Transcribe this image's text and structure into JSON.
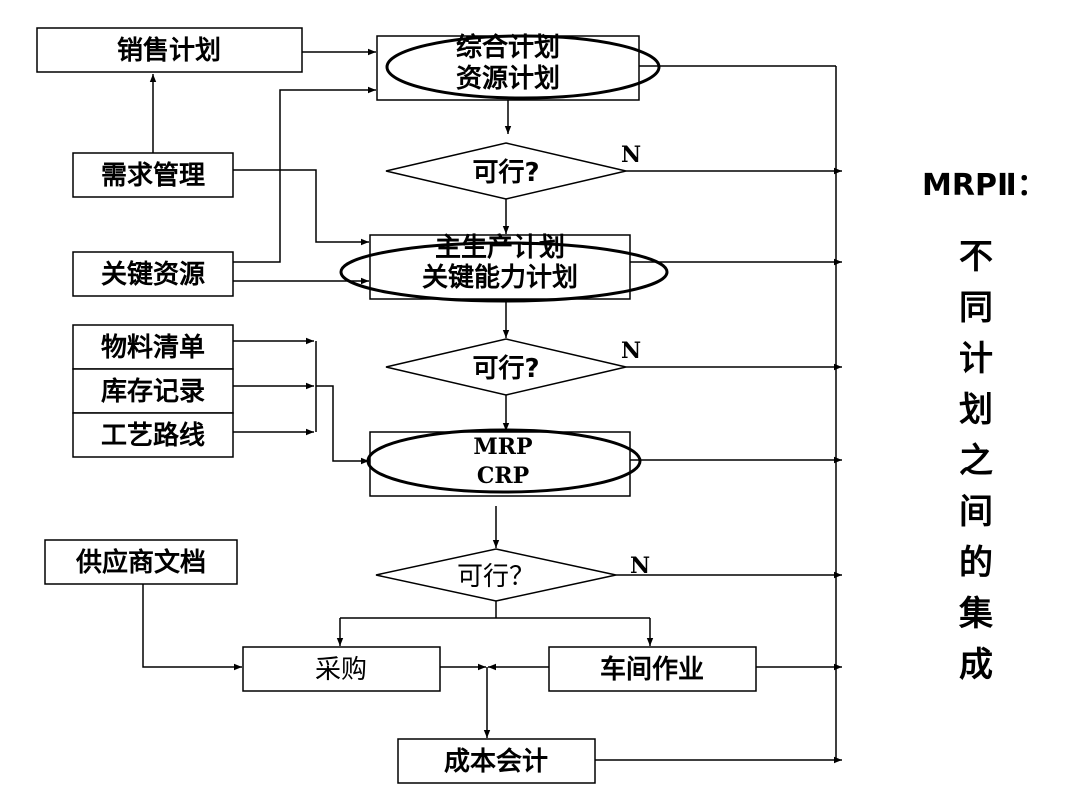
{
  "side": {
    "title": "MRPⅡ：",
    "vertical": "不同计划之间的集成"
  },
  "boxes": {
    "sales_plan": "销售计划",
    "aggregate_plan_line1": "综合计划",
    "aggregate_plan_line2": "资源计划",
    "demand_mgmt": "需求管理",
    "key_resources": "关键资源",
    "mps_line1": "主生产计划",
    "mps_line2": "关键能力计划",
    "bom": "物料清单",
    "inventory": "库存记录",
    "routing": "工艺路线",
    "mrp": "MRP",
    "crp": "CRP",
    "supplier_docs": "供应商文档",
    "purchasing": "采购",
    "shop_floor": "车间作业",
    "cost_accounting": "成本会计"
  },
  "decisions": {
    "feasible_1": "可行?",
    "feasible_2": "可行?",
    "feasible_3": "可行？",
    "no_label": "N"
  }
}
